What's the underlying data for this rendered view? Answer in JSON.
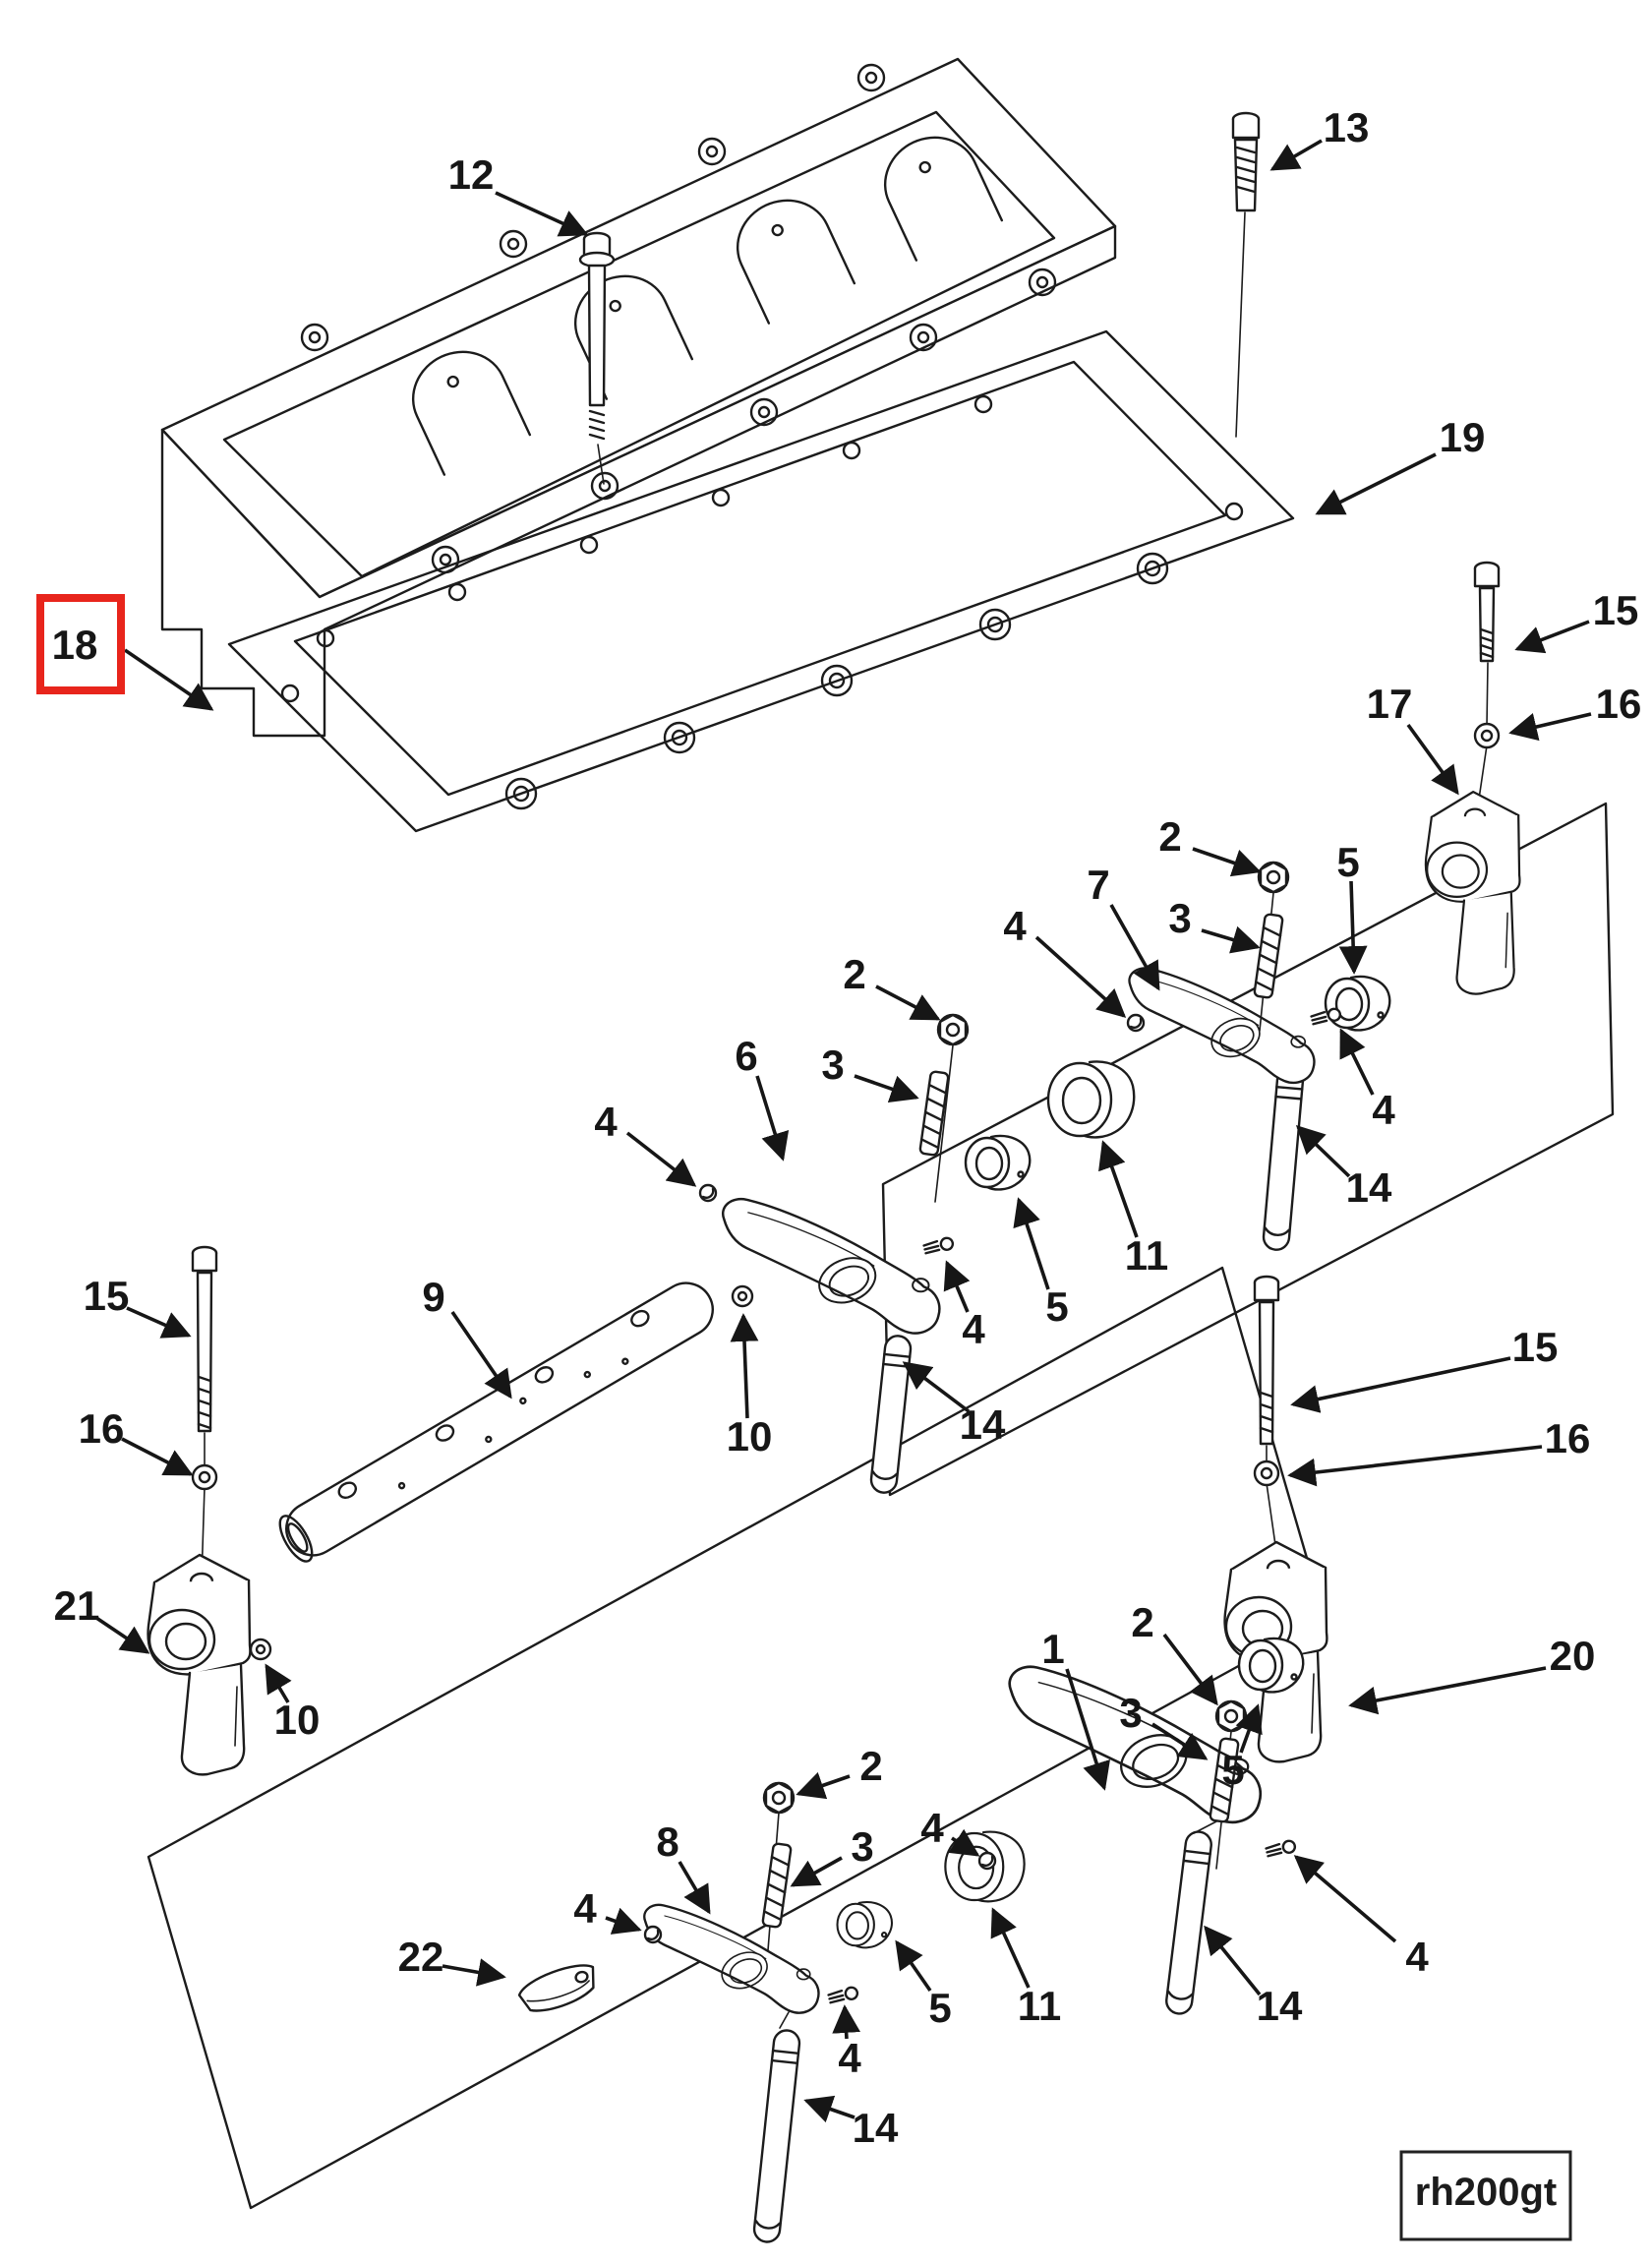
{
  "figure": {
    "code": "rh200gt",
    "highlighted_callout": "18"
  },
  "colors": {
    "line": "#1c1c1c",
    "background": "#ffffff",
    "highlight": "#e8251c"
  },
  "callouts": [
    {
      "t": "12"
    },
    {
      "t": "13"
    },
    {
      "t": "19"
    },
    {
      "t": "18"
    },
    {
      "t": "15"
    },
    {
      "t": "16"
    },
    {
      "t": "17"
    },
    {
      "t": "2"
    },
    {
      "t": "3"
    },
    {
      "t": "7"
    },
    {
      "t": "4"
    },
    {
      "t": "5"
    },
    {
      "t": "4"
    },
    {
      "t": "14"
    },
    {
      "t": "11"
    },
    {
      "t": "2"
    },
    {
      "t": "3"
    },
    {
      "t": "6"
    },
    {
      "t": "4"
    },
    {
      "t": "5"
    },
    {
      "t": "4"
    },
    {
      "t": "14"
    },
    {
      "t": "10"
    },
    {
      "t": "9"
    },
    {
      "t": "15"
    },
    {
      "t": "16"
    },
    {
      "t": "21"
    },
    {
      "t": "10"
    },
    {
      "t": "15"
    },
    {
      "t": "16"
    },
    {
      "t": "20"
    },
    {
      "t": "1"
    },
    {
      "t": "2"
    },
    {
      "t": "3"
    },
    {
      "t": "5"
    },
    {
      "t": "4"
    },
    {
      "t": "11"
    },
    {
      "t": "14"
    },
    {
      "t": "4"
    },
    {
      "t": "2"
    },
    {
      "t": "3"
    },
    {
      "t": "8"
    },
    {
      "t": "4"
    },
    {
      "t": "22"
    },
    {
      "t": "5"
    },
    {
      "t": "4"
    },
    {
      "t": "14"
    }
  ]
}
